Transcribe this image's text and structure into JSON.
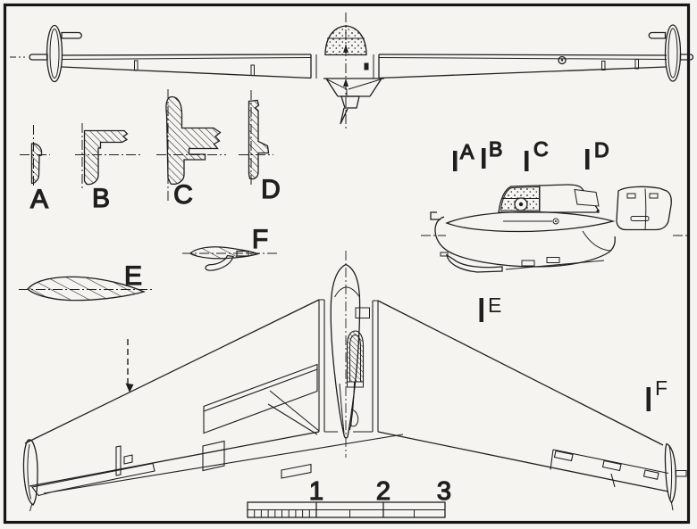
{
  "drawing": {
    "cross_sections": {
      "a": "A",
      "b": "B",
      "c": "C",
      "d": "D"
    },
    "airfoil_sections": {
      "e": "E",
      "f": "F"
    },
    "station_markers": {
      "a": "A",
      "b": "B",
      "c": "C",
      "d": "D",
      "e": "E",
      "f": "F"
    },
    "scale_bar": {
      "ticks": [
        "1",
        "2",
        "3"
      ],
      "first_segment_subdivisions": 10
    }
  },
  "colors": {
    "ink": "#1f1f1f",
    "paper": "#f5f4f0",
    "frame": "#161616"
  }
}
